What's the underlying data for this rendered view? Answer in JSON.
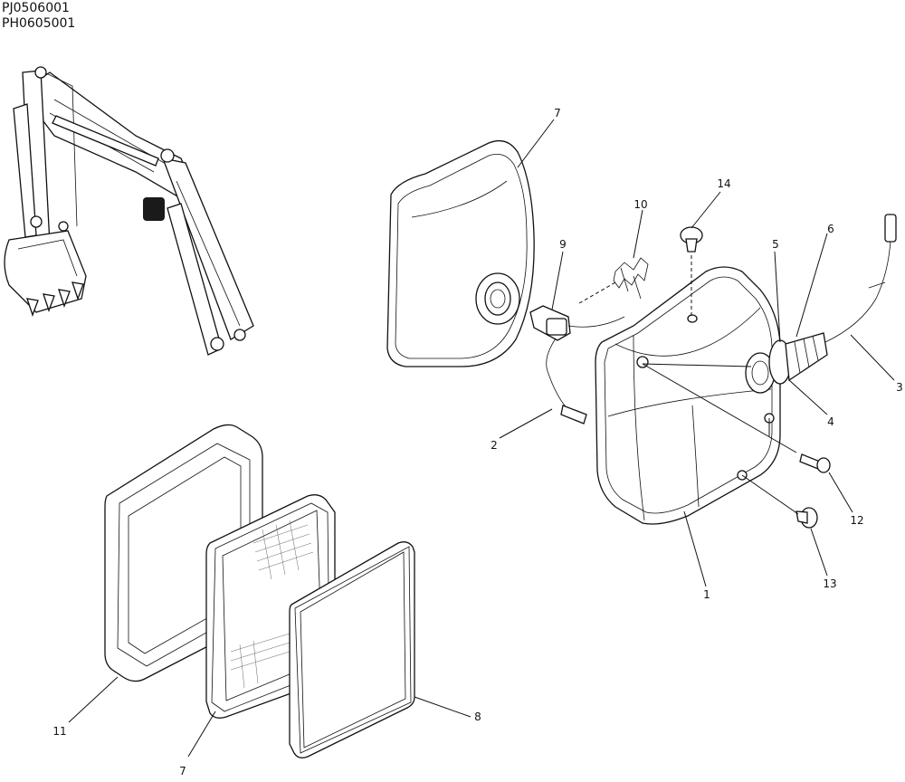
{
  "header": {
    "code_1": "PJ0506001",
    "code_2": "PH0605001"
  },
  "callouts": {
    "c1": "1",
    "c2": "2",
    "c3": "3",
    "c4": "4",
    "c5": "5",
    "c6": "6",
    "c7_top": "7",
    "c7_bottom": "7",
    "c8": "8",
    "c9": "9",
    "c10": "10",
    "c11": "11",
    "c12": "12",
    "c13": "13",
    "c14": "14"
  },
  "colors": {
    "line": "#111111",
    "highlight": "#1a1a1a",
    "background": "#ffffff"
  }
}
